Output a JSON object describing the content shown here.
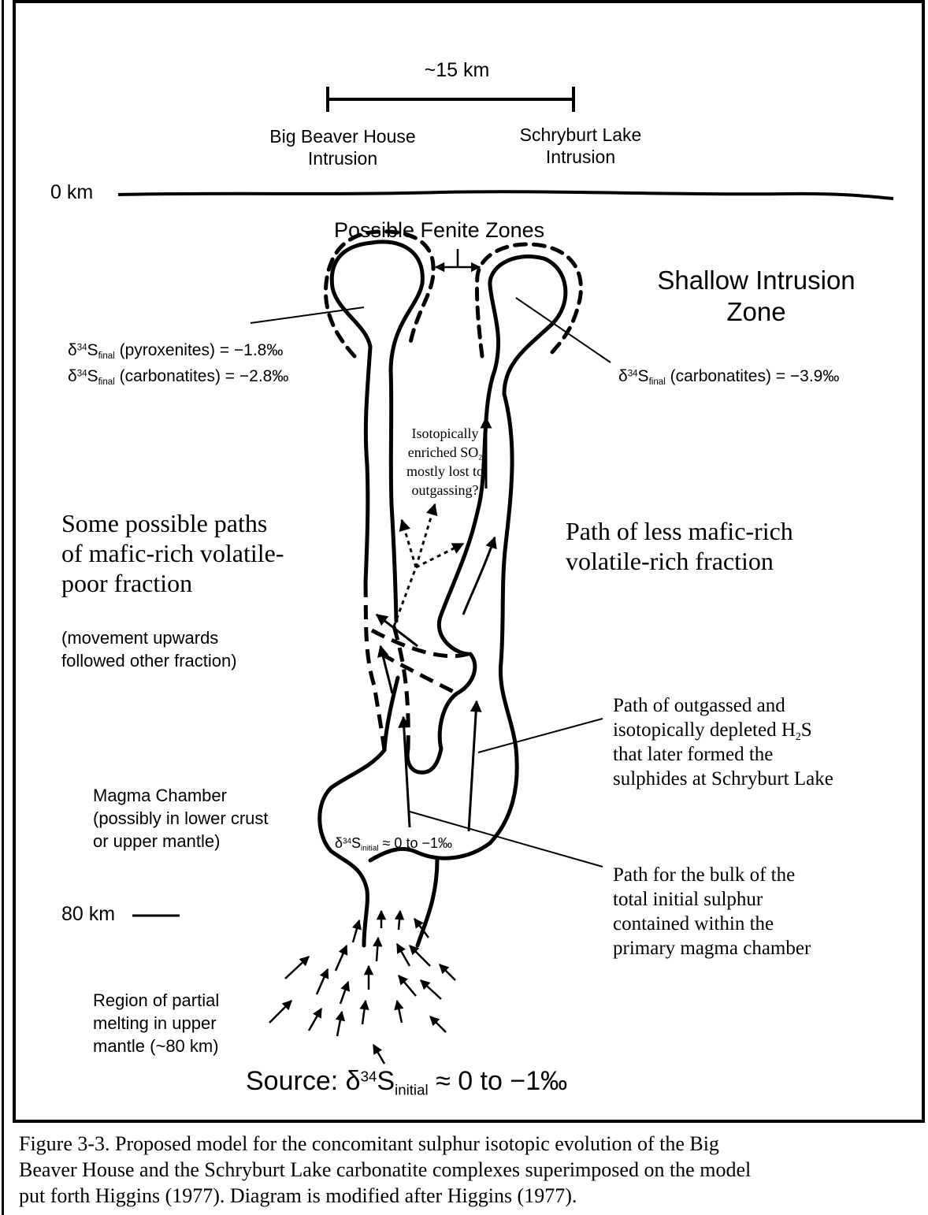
{
  "scale_bar": {
    "label": "~15 km"
  },
  "intrusions": {
    "left": "Big Beaver House\nIntrusion",
    "right": "Schryburt Lake\nIntrusion"
  },
  "depth": {
    "surface": "0 km",
    "deep": "80 km"
  },
  "fenite": "Possible Fenite Zones",
  "shallow_zone": "Shallow Intrusion\nZone",
  "isotopes": {
    "pyroxenites": {
      "symbol": "δ",
      "mass": "34",
      "element": "S",
      "sub": "final",
      "text": " (pyroxenites) = −1.8‰"
    },
    "carbonatites_left": {
      "symbol": "δ",
      "mass": "34",
      "element": "S",
      "sub": "final",
      "text": " (carbonatites) = −2.8‰"
    },
    "carbonatites_right": {
      "symbol": "δ",
      "mass": "34",
      "element": "S",
      "sub": "final",
      "text": " (carbonatites) = −3.9‰"
    },
    "chamber": {
      "symbol": "δ",
      "mass": "34",
      "element": "S",
      "sub": "initial",
      "text": " ≈ 0 to −1‰"
    },
    "source": {
      "prefix": "Source: ",
      "symbol": "δ",
      "mass": "34",
      "element": "S",
      "sub": "initial",
      "text": " ≈ 0 to −1‰"
    }
  },
  "so2_note": {
    "line1": "Isotopically",
    "line2_pre": "enriched SO",
    "line2_sub": "2",
    "line3": "mostly lost to",
    "line4": "outgassing?"
  },
  "mafic_poor": "Some possible paths\nof mafic-rich volatile-\npoor fraction",
  "movement_note": "(movement upwards\nfollowed other fraction)",
  "mafic_rich": "Path of less mafic-rich\nvolatile-rich fraction",
  "h2s_path": {
    "line1": "Path of outgassed and",
    "line2_pre": "isotopically depleted H",
    "line2_sub": "2",
    "line2_post": "S",
    "line3": "that later formed the",
    "line4": "sulphides at Schryburt Lake"
  },
  "magma_chamber": "Magma Chamber\n(possibly in lower crust\nor upper mantle)",
  "bulk_path": "Path for the bulk of the\ntotal initial sulphur\ncontained within the\nprimary magma chamber",
  "melting_region": "Region of partial\nmelting in upper\nmantle (~80 km)",
  "caption": "Figure 3-3.  Proposed model for the concomitant sulphur isotopic evolution of the Big\nBeaver House and the Schryburt Lake carbonatite complexes superimposed on the model\nput forth Higgins (1977).  Diagram is modified after Higgins (1977)."
}
